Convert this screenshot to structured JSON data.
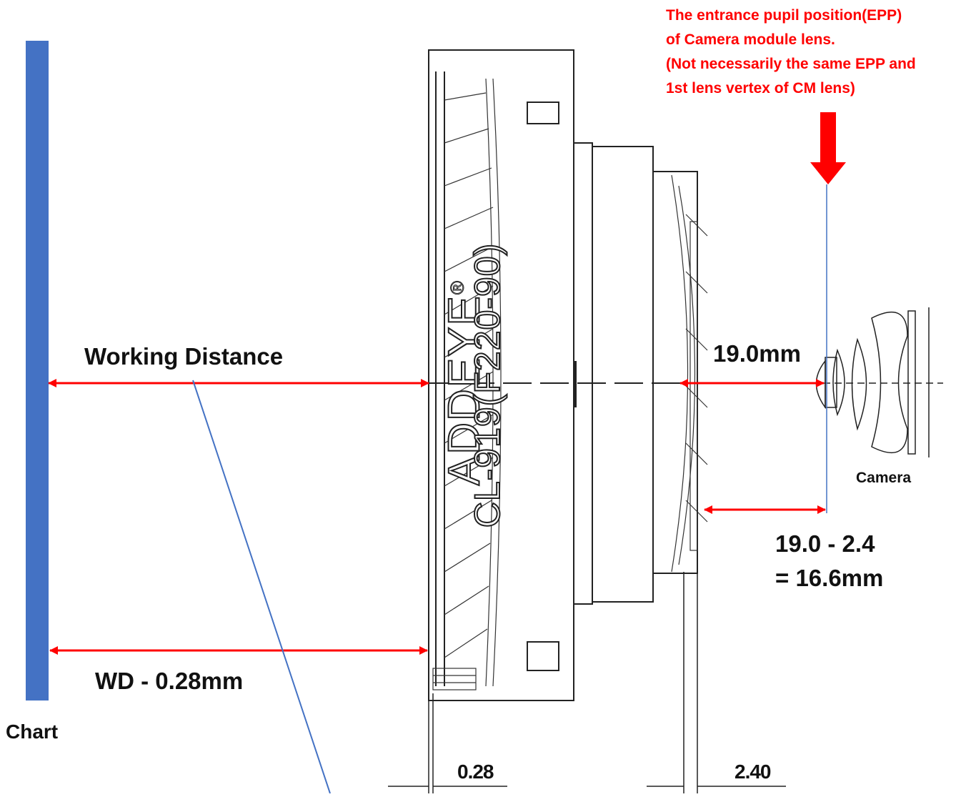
{
  "labels": {
    "epp_note": [
      "The entrance pupil position(EPP)",
      " of Camera module lens.",
      "(Not necessarily the same EPP and",
      "1st lens vertex of CM lens)"
    ],
    "working_distance": "Working Distance",
    "wd_minus": "WD - 0.28mm",
    "chart": "Chart",
    "camera": "Camera",
    "epp_distance": "19.0mm",
    "calc_line1": "19.0 - 2.4",
    "calc_line2": "= 16.6mm",
    "dim_left": "0.28",
    "dim_right": "2.40",
    "lens_brand": "ADDEYE",
    "lens_registered": "®",
    "lens_model": "CL-919(F220-90)"
  },
  "colors": {
    "chart_bar": "#4472c4",
    "arrow": "#ff0000",
    "leader_line": "#4472c4",
    "epp_line": "#4472c4",
    "outline": "#222222"
  }
}
